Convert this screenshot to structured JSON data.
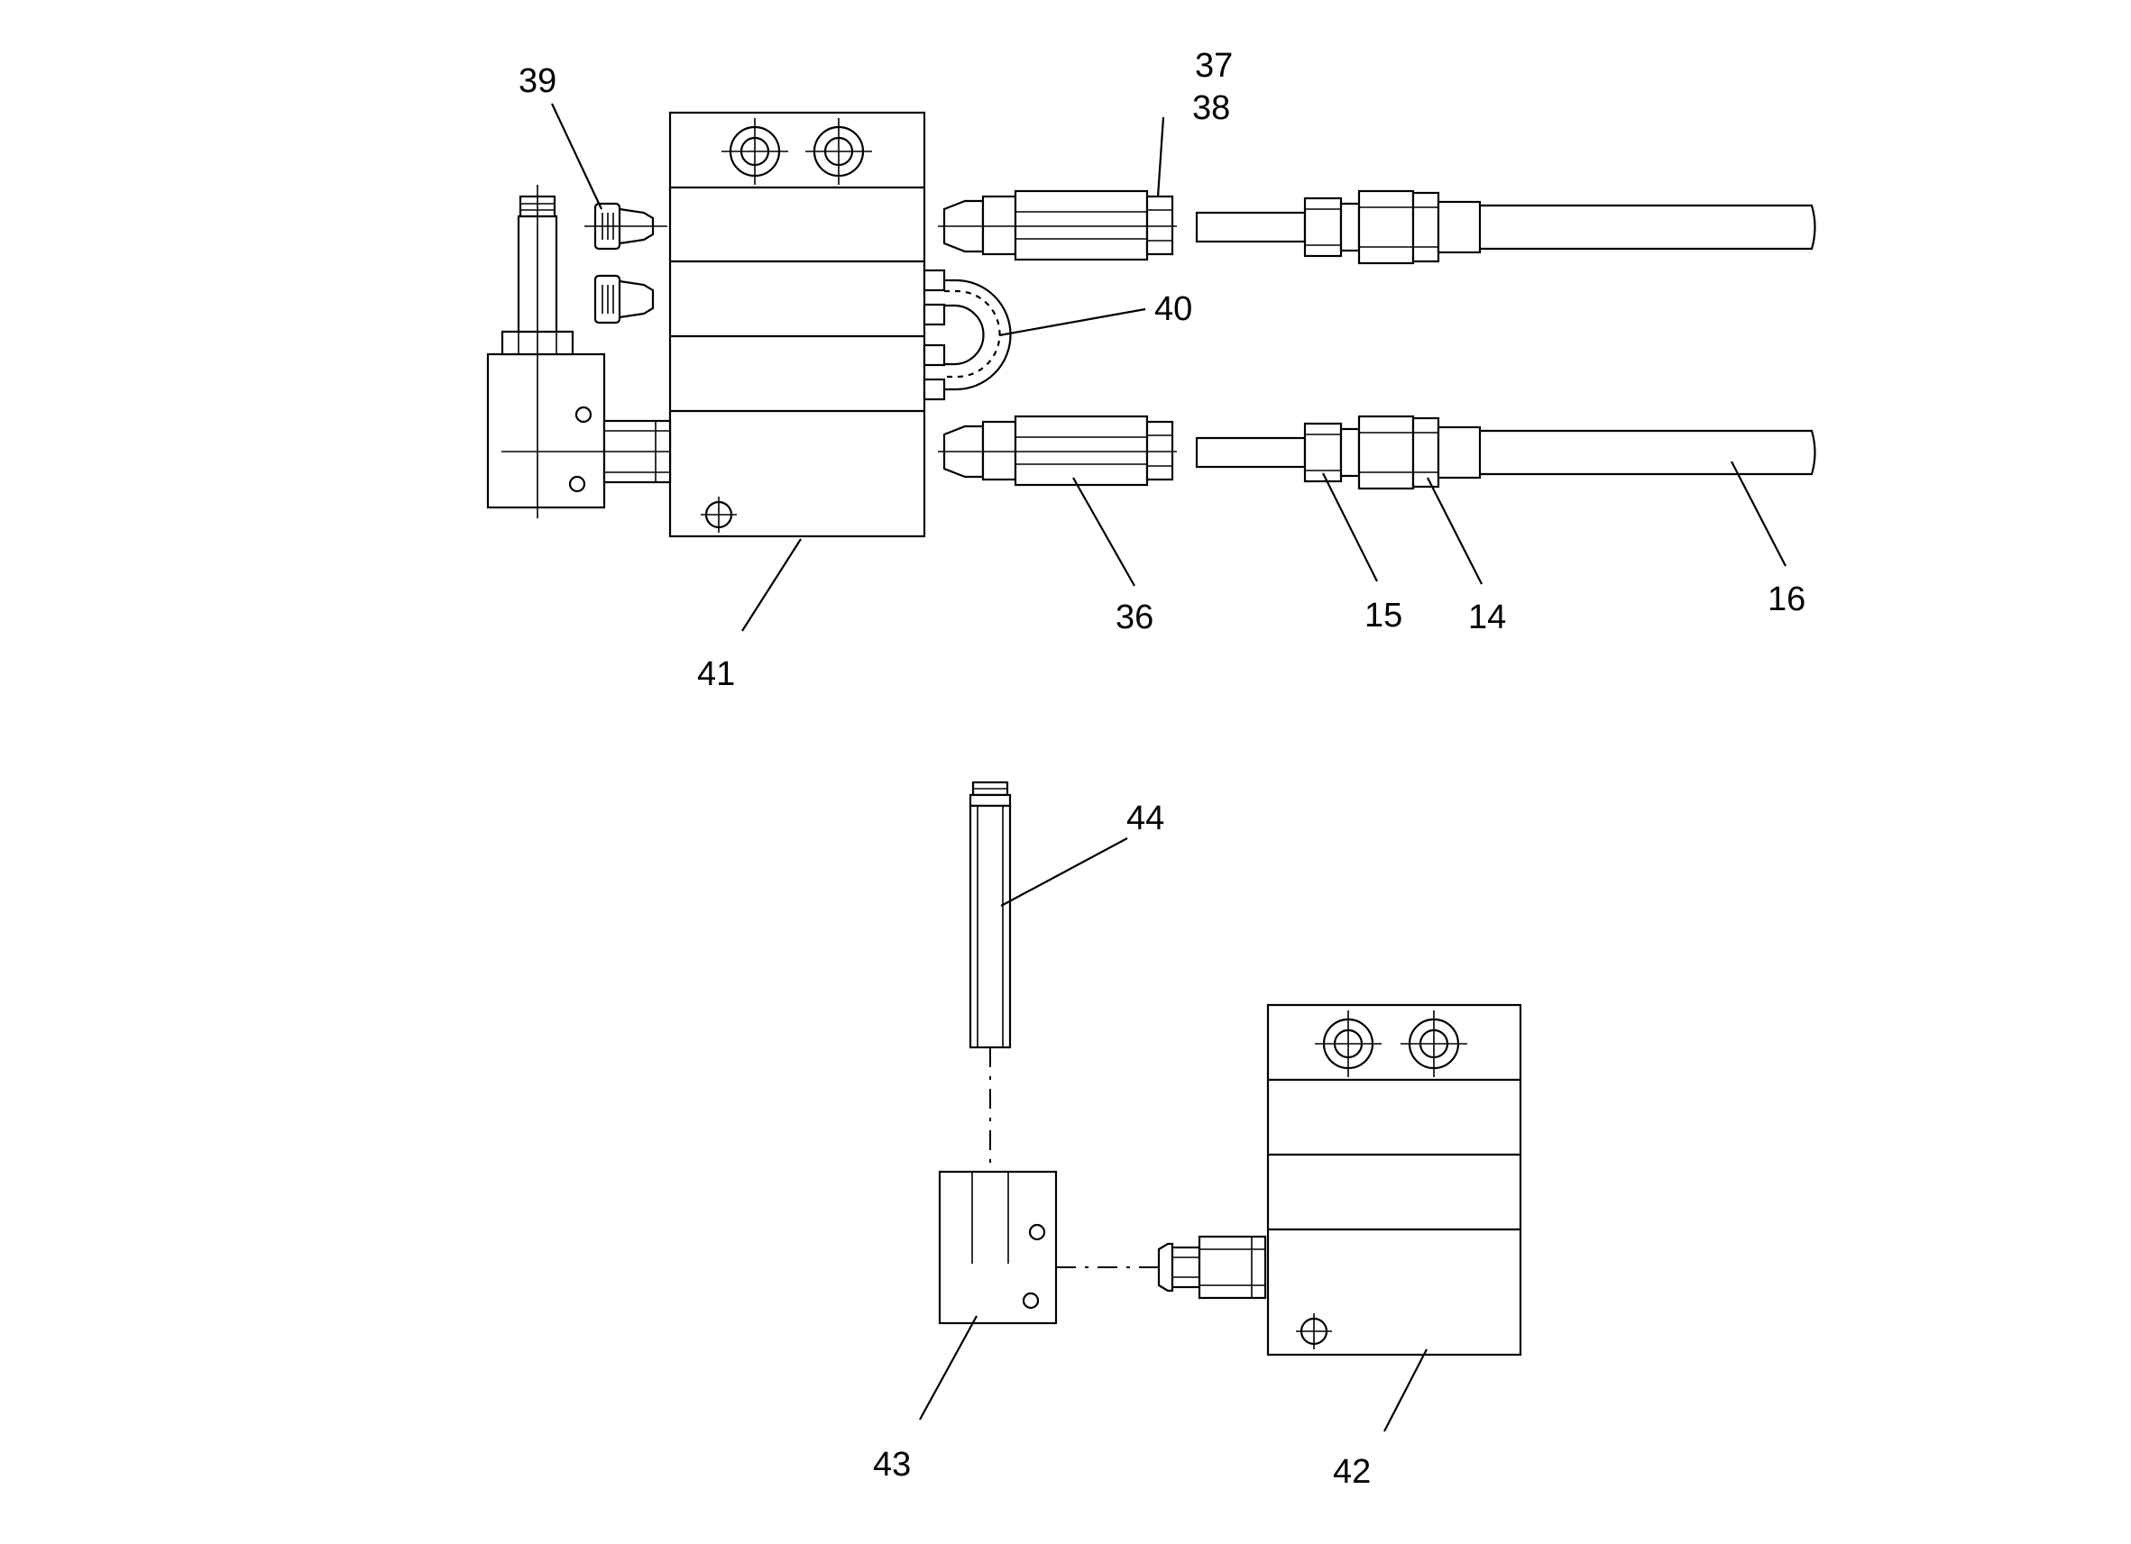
{
  "callouts": {
    "c14": "14",
    "c15": "15",
    "c16": "16",
    "c36": "36",
    "c37": "37",
    "c38": "38",
    "c39": "39",
    "c40": "40",
    "c41": "41",
    "c42": "42",
    "c43": "43",
    "c44": "44"
  },
  "colors": {
    "line": "#000000",
    "background": "#ffffff"
  }
}
